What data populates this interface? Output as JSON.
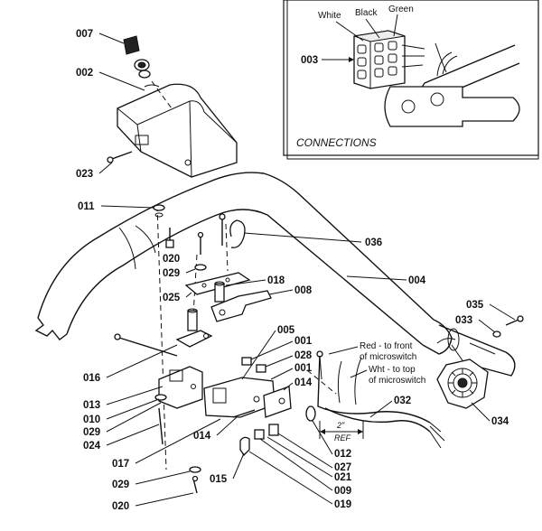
{
  "connections": {
    "title": "CONNECTIONS",
    "wire_white": "White",
    "wire_black": "Black",
    "wire_green": "Green"
  },
  "notes": {
    "red_wire_1": "Red - to front",
    "red_wire_2": "of microswitch",
    "wht_wire_1": "Wht - to top",
    "wht_wire_2": "of microswitch",
    "dim_value": "2\"",
    "dim_ref": "REF"
  },
  "callouts": {
    "p003": "003",
    "p007": "007",
    "p002": "002",
    "p023": "023",
    "p011": "011",
    "p036": "036",
    "p004": "004",
    "p020a": "020",
    "p029a": "029",
    "p018": "018",
    "p025": "025",
    "p008": "008",
    "p035": "035",
    "p033": "033",
    "p005": "005",
    "p001a": "001",
    "p028": "028",
    "p001b": "001",
    "p014a": "014",
    "p016": "016",
    "p013": "013",
    "p010": "010",
    "p029b": "029",
    "p024": "024",
    "p032": "032",
    "p034": "034",
    "p014b": "014",
    "p012": "012",
    "p027": "027",
    "p017": "017",
    "p021": "021",
    "p029c": "029",
    "p015": "015",
    "p009": "009",
    "p019": "019",
    "p020b": "020"
  }
}
